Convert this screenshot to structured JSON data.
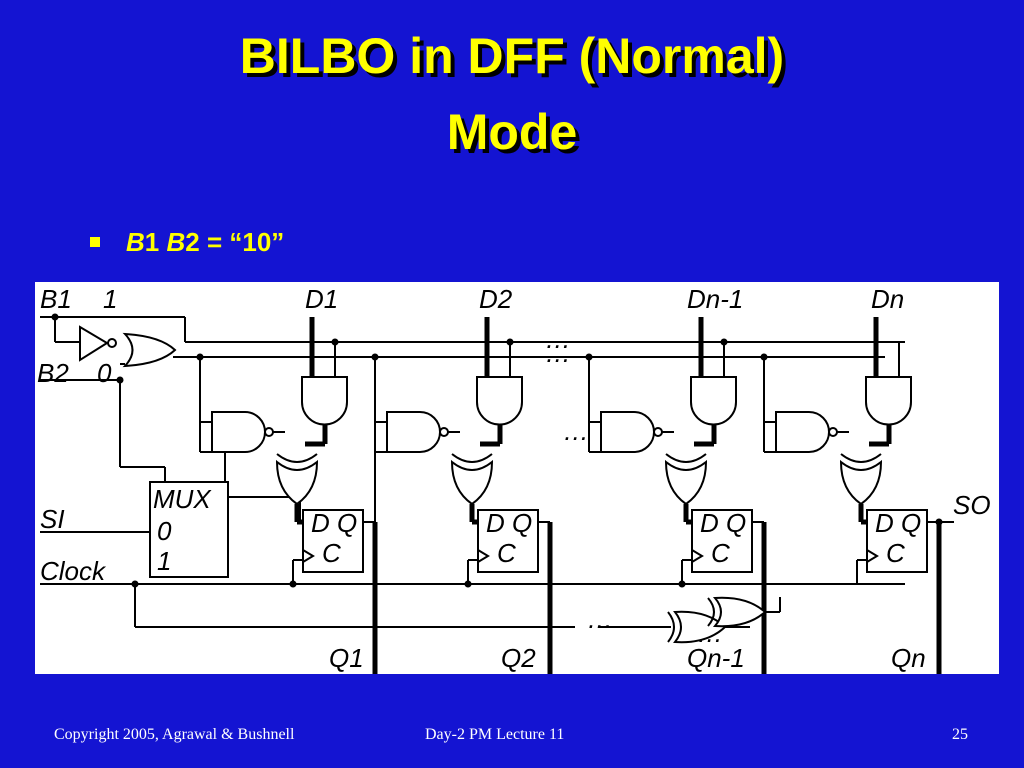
{
  "slide": {
    "title_line1": "BILBO in DFF (Normal)",
    "title_line2": "Mode",
    "bullet": {
      "b1": "B",
      "n1": "1",
      "b2": "B",
      "n2": "2",
      "rest": " = “10”"
    },
    "footer": {
      "left": "Copyright 2005, Agrawal & Bushnell",
      "center": "Day-2 PM Lecture 11",
      "page": "25"
    }
  },
  "diagram": {
    "labels": {
      "b1": "B1",
      "b1_val": "1",
      "b2": "B2",
      "b2_val": "0",
      "si": "SI",
      "clock": "Clock",
      "so": "SO",
      "mux": "MUX",
      "mux0": "0",
      "mux1": "1",
      "d1": "D1",
      "d2": "D2",
      "dn1": "Dn-1",
      "dn": "Dn",
      "q1": "Q1",
      "q2": "Q2",
      "qn1": "Qn-1",
      "qn": "Qn",
      "ff_dq": "D Q",
      "ff_c": "C",
      "ellipsis": "…"
    },
    "colors": {
      "background": "#ffffff",
      "ink": "#000000"
    }
  }
}
